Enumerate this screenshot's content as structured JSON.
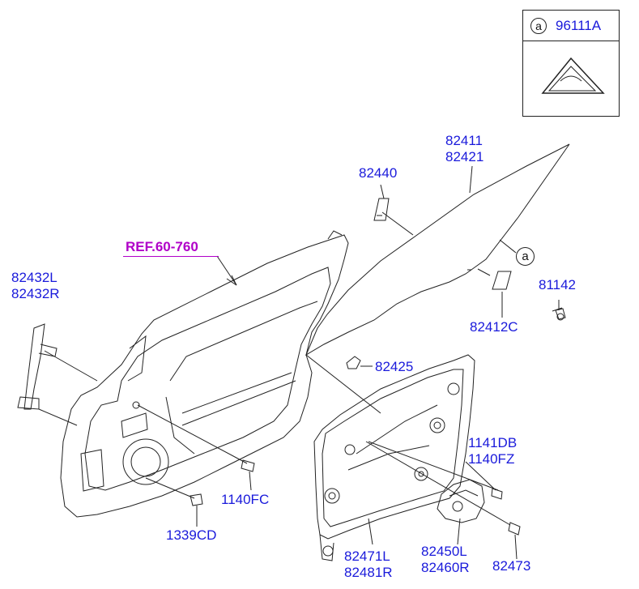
{
  "inset": {
    "callout_letter": "a",
    "part_code": "96111A"
  },
  "ref_label": "REF.60-760",
  "callout_letter": "a",
  "labels": {
    "p82411": "82411",
    "p82421": "82421",
    "p82440": "82440",
    "p82432L": "82432L",
    "p82432R": "82432R",
    "p81142": "81142",
    "p82412C": "82412C",
    "p82425": "82425",
    "p1141DB": "1141DB",
    "p1140FZ": "1140FZ",
    "p1140FC": "1140FC",
    "p1339CD": "1339CD",
    "p82471L": "82471L",
    "p82481R": "82481R",
    "p82450L": "82450L",
    "p82460R": "82460R",
    "p82473": "82473"
  },
  "colors": {
    "part_label": "#1a1adb",
    "reference": "#b000c8",
    "line": "#222222"
  }
}
